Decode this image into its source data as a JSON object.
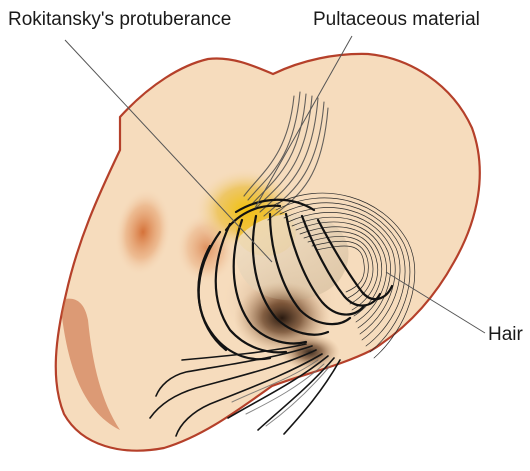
{
  "labels": {
    "rokitansky": "Rokitansky's protuberance",
    "pultaceous": "Pultaceous material",
    "hair": "Hair"
  },
  "colors": {
    "capsule_fill": "#f6dcbd",
    "capsule_outline": "#b5402a",
    "shadow_edge": "#b85a2e",
    "yellow_material": "#f3c400",
    "orange_patch": "#d36a2a",
    "dark_core": "#2b1a10",
    "hair_stroke": "#161616",
    "leader_line": "#555555"
  },
  "icons": {
    "hair_bundle": "hair-strands-illustration"
  }
}
